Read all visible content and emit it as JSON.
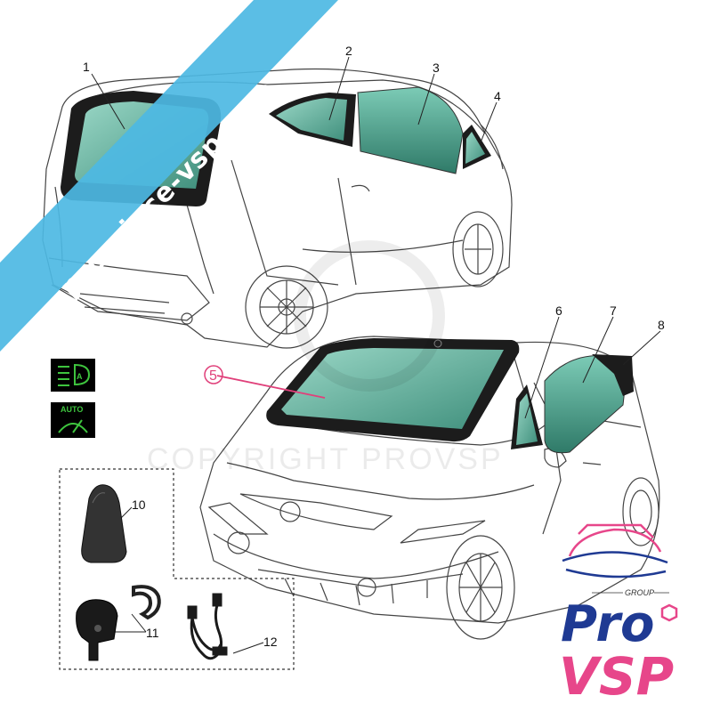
{
  "watermark": {
    "banner_text": "pro-piece-vsp.com",
    "copyright_text": "COPYRIGHT PROVSP"
  },
  "callouts": [
    {
      "id": "1",
      "label": "1"
    },
    {
      "id": "2",
      "label": "2"
    },
    {
      "id": "3",
      "label": "3"
    },
    {
      "id": "4",
      "label": "4"
    },
    {
      "id": "5",
      "label": "5"
    },
    {
      "id": "6",
      "label": "6"
    },
    {
      "id": "7",
      "label": "7"
    },
    {
      "id": "8",
      "label": "8"
    },
    {
      "id": "10",
      "label": "10"
    },
    {
      "id": "11",
      "label": "11"
    },
    {
      "id": "12",
      "label": "12"
    }
  ],
  "icons": {
    "headlight_auto": "auto-headlight-icon",
    "wiper_auto": "auto-wiper-icon",
    "wiper_auto_label": "AUTO"
  },
  "logo": {
    "group": "GROUP",
    "pro": "Pro",
    "vsp": "VSP"
  },
  "colors": {
    "glass": "#5fb8a4",
    "glass_dark": "#2e6b5e",
    "banner": "#4db8e3",
    "callout_pink": "#e0407a",
    "icon_green": "#3ec43e",
    "logo_blue": "#1f3a93",
    "logo_pink": "#e7468a"
  }
}
